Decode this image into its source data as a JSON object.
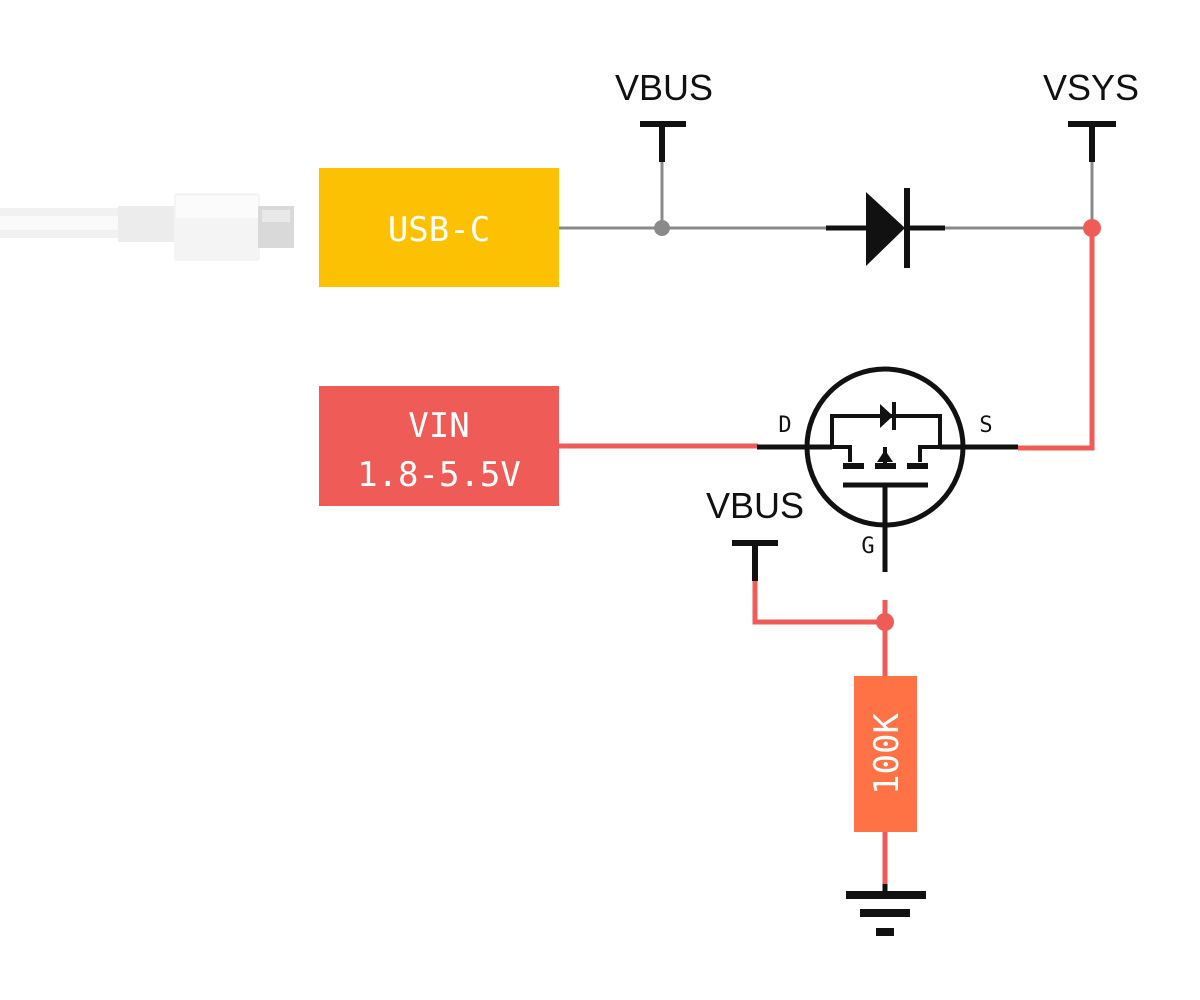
{
  "rails": {
    "vbus_top": "VBUS",
    "vsys": "VSYS",
    "vbus_gate": "VBUS"
  },
  "blocks": {
    "usb_c": "USB-C",
    "vin_line1": "VIN",
    "vin_line2": "1.8-5.5V",
    "resistor": "100K"
  },
  "mosfet_pins": {
    "drain": "D",
    "source": "S",
    "gate": "G"
  },
  "colors": {
    "usb_block": "#FDC103",
    "vin_block": "#EF5B57",
    "resistor_block": "#FF7245",
    "red_wire": "#EF5B57",
    "grey_wire": "#8A8A8A",
    "black": "#111111"
  },
  "icons": {
    "cable": "usb-c-cable-icon",
    "diode": "diode-icon",
    "mosfet": "p-mosfet-icon",
    "ground": "ground-icon"
  }
}
